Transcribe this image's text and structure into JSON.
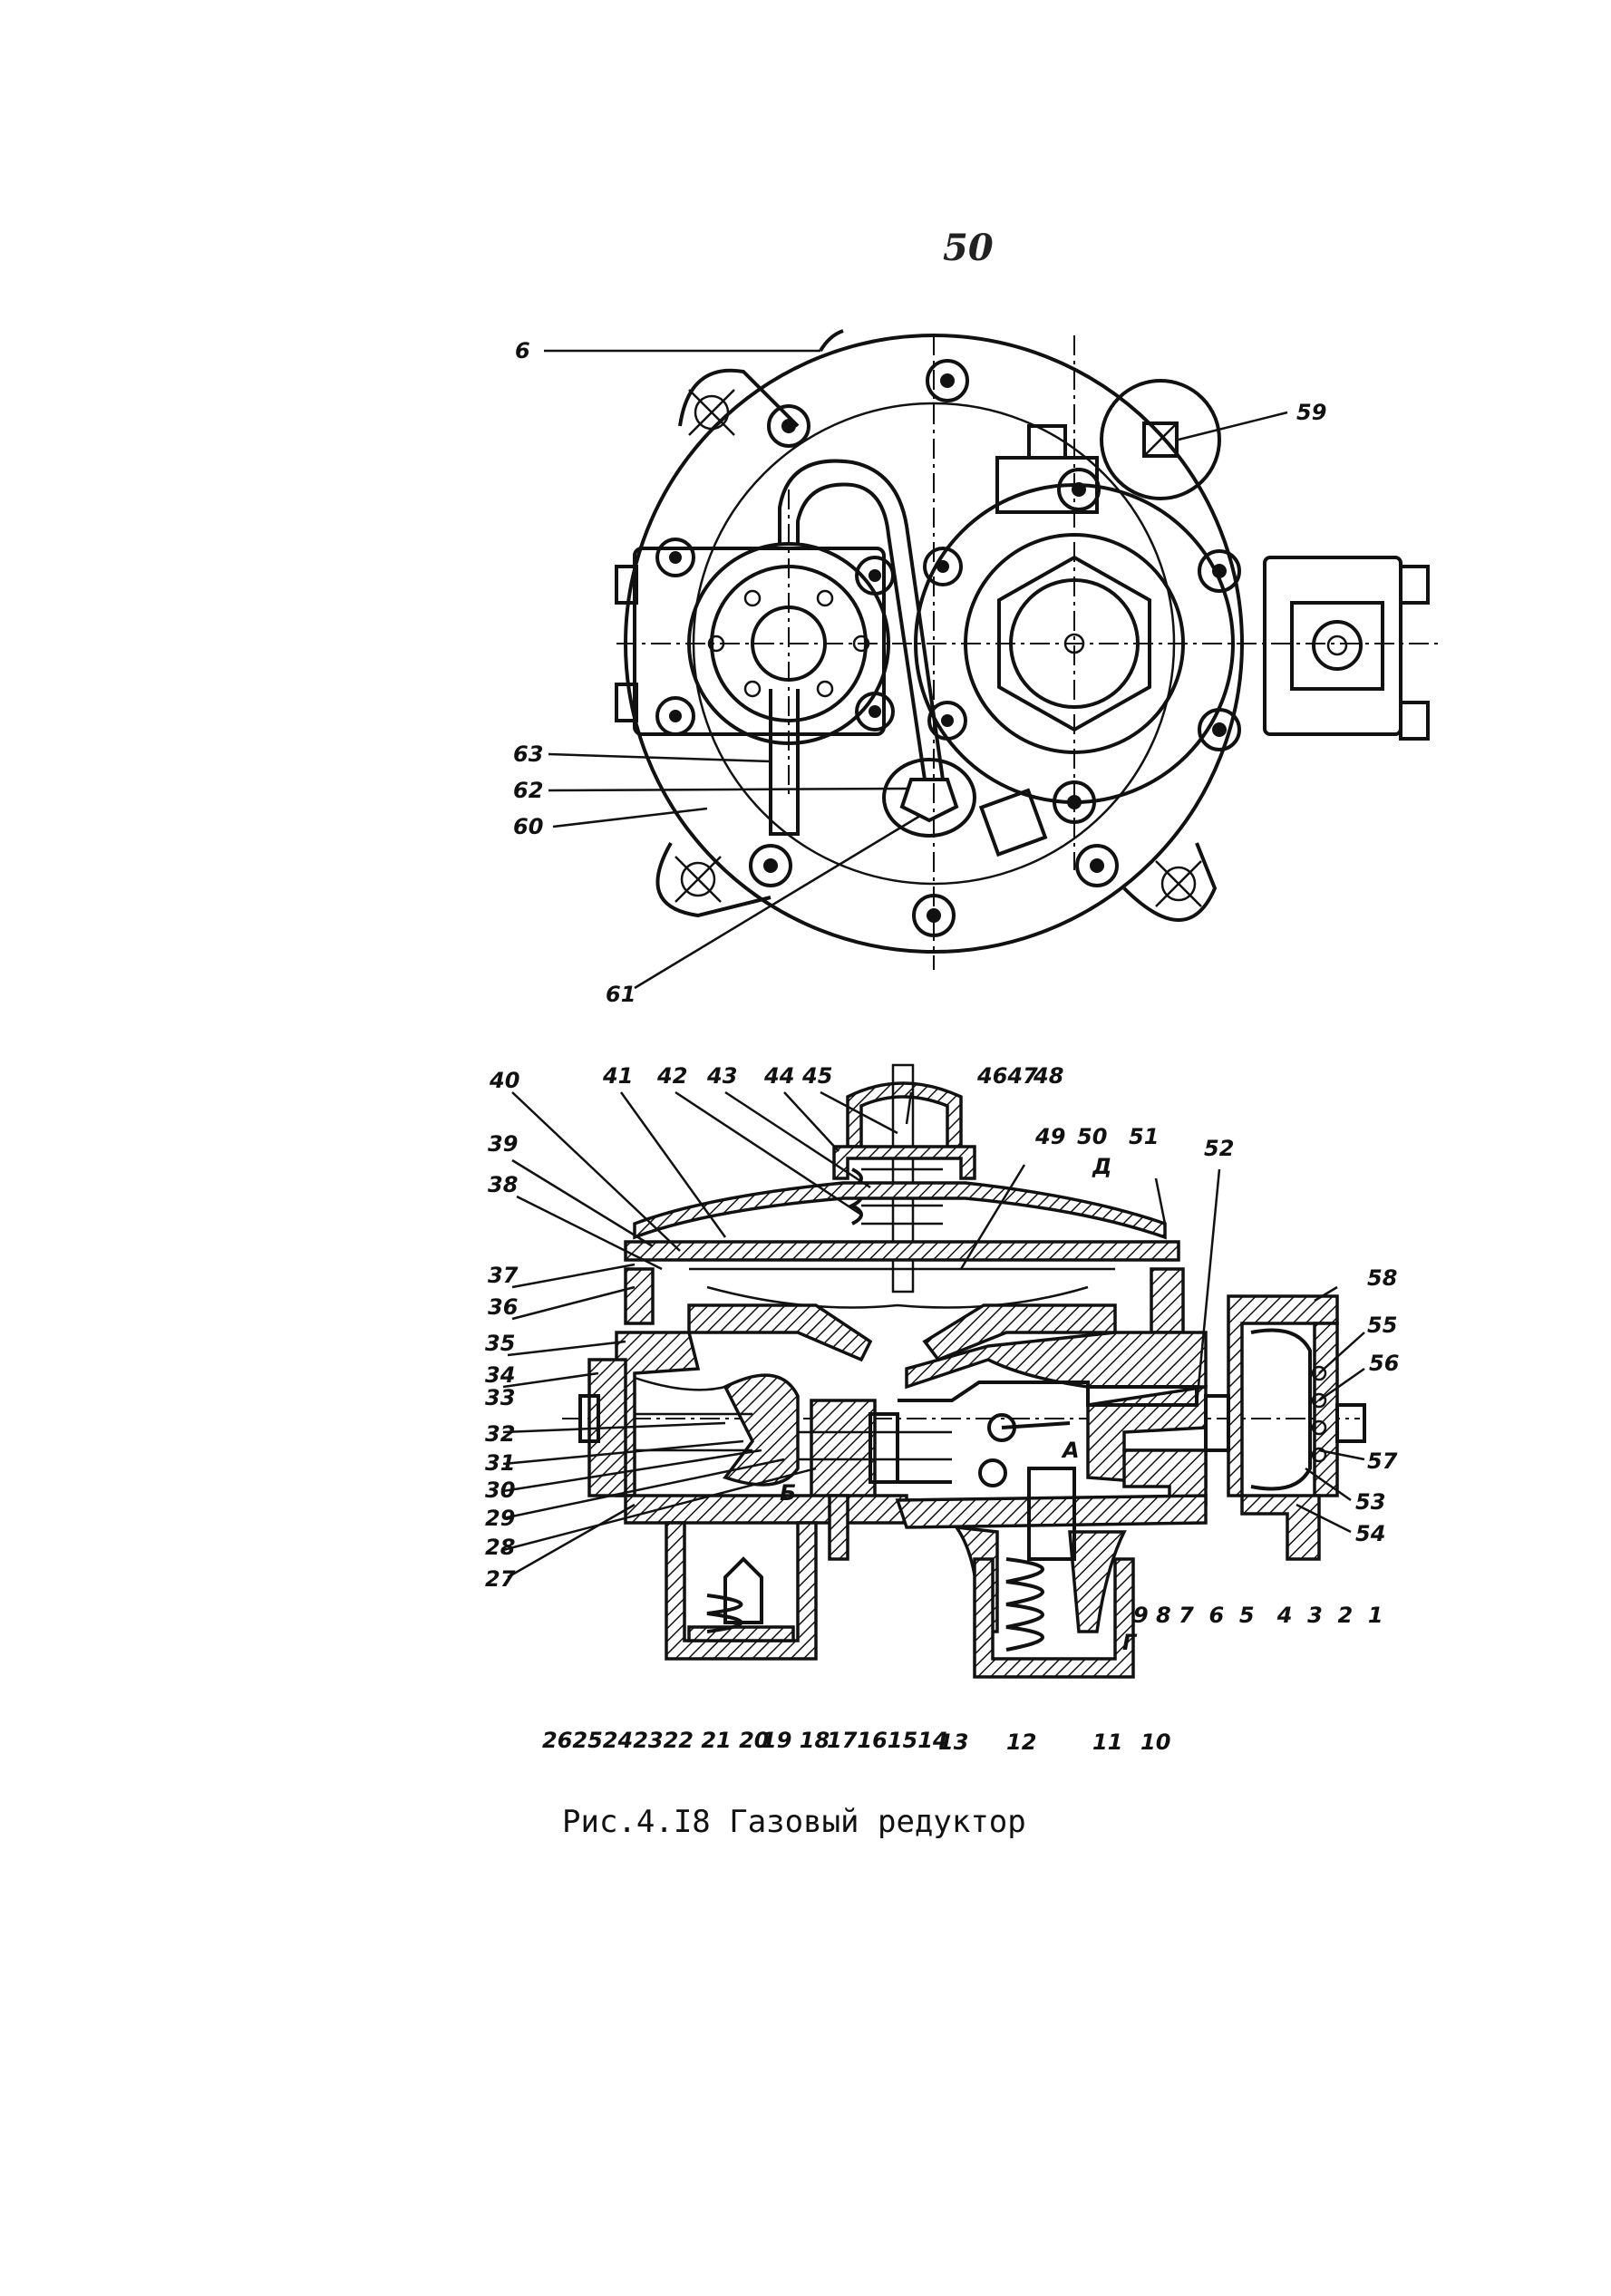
{
  "page_number": "50",
  "caption": "Рис.4.I8  Газовый редуктор",
  "figure": {
    "top_view_labels": {
      "l6": "6",
      "l59": "59",
      "l63": "63",
      "l62": "62",
      "l60": "60",
      "l61": "61"
    },
    "section_labels": {
      "l40": "40",
      "l41": "41",
      "l42": "42",
      "l43": "43",
      "l44": "44",
      "l45": "45",
      "l46_47": "4647",
      "l48": "48",
      "l49": "49",
      "l50": "50",
      "lD": "Д",
      "l51": "51",
      "l52": "52",
      "l58": "58",
      "l39": "39",
      "l38": "38",
      "l37": "37",
      "l36": "36",
      "l35a": "35",
      "l34": "34",
      "l33": "33",
      "l32": "32",
      "l31": "31",
      "l30": "30",
      "l29": "29",
      "l28": "28",
      "l27": "27",
      "l55": "55",
      "l56": "56",
      "l57": "57",
      "l53": "53",
      "l54": "54",
      "lA": "А",
      "lB": "Б",
      "lG": "Г",
      "bottom_left": "2625242322 21 20",
      "l19_18": "19 18",
      "l17_14": "17161514",
      "l13": "13",
      "l12": "12",
      "l11": "11",
      "l10": "10",
      "right_row": "9 8 7  6  5   4  3  2  1"
    }
  }
}
